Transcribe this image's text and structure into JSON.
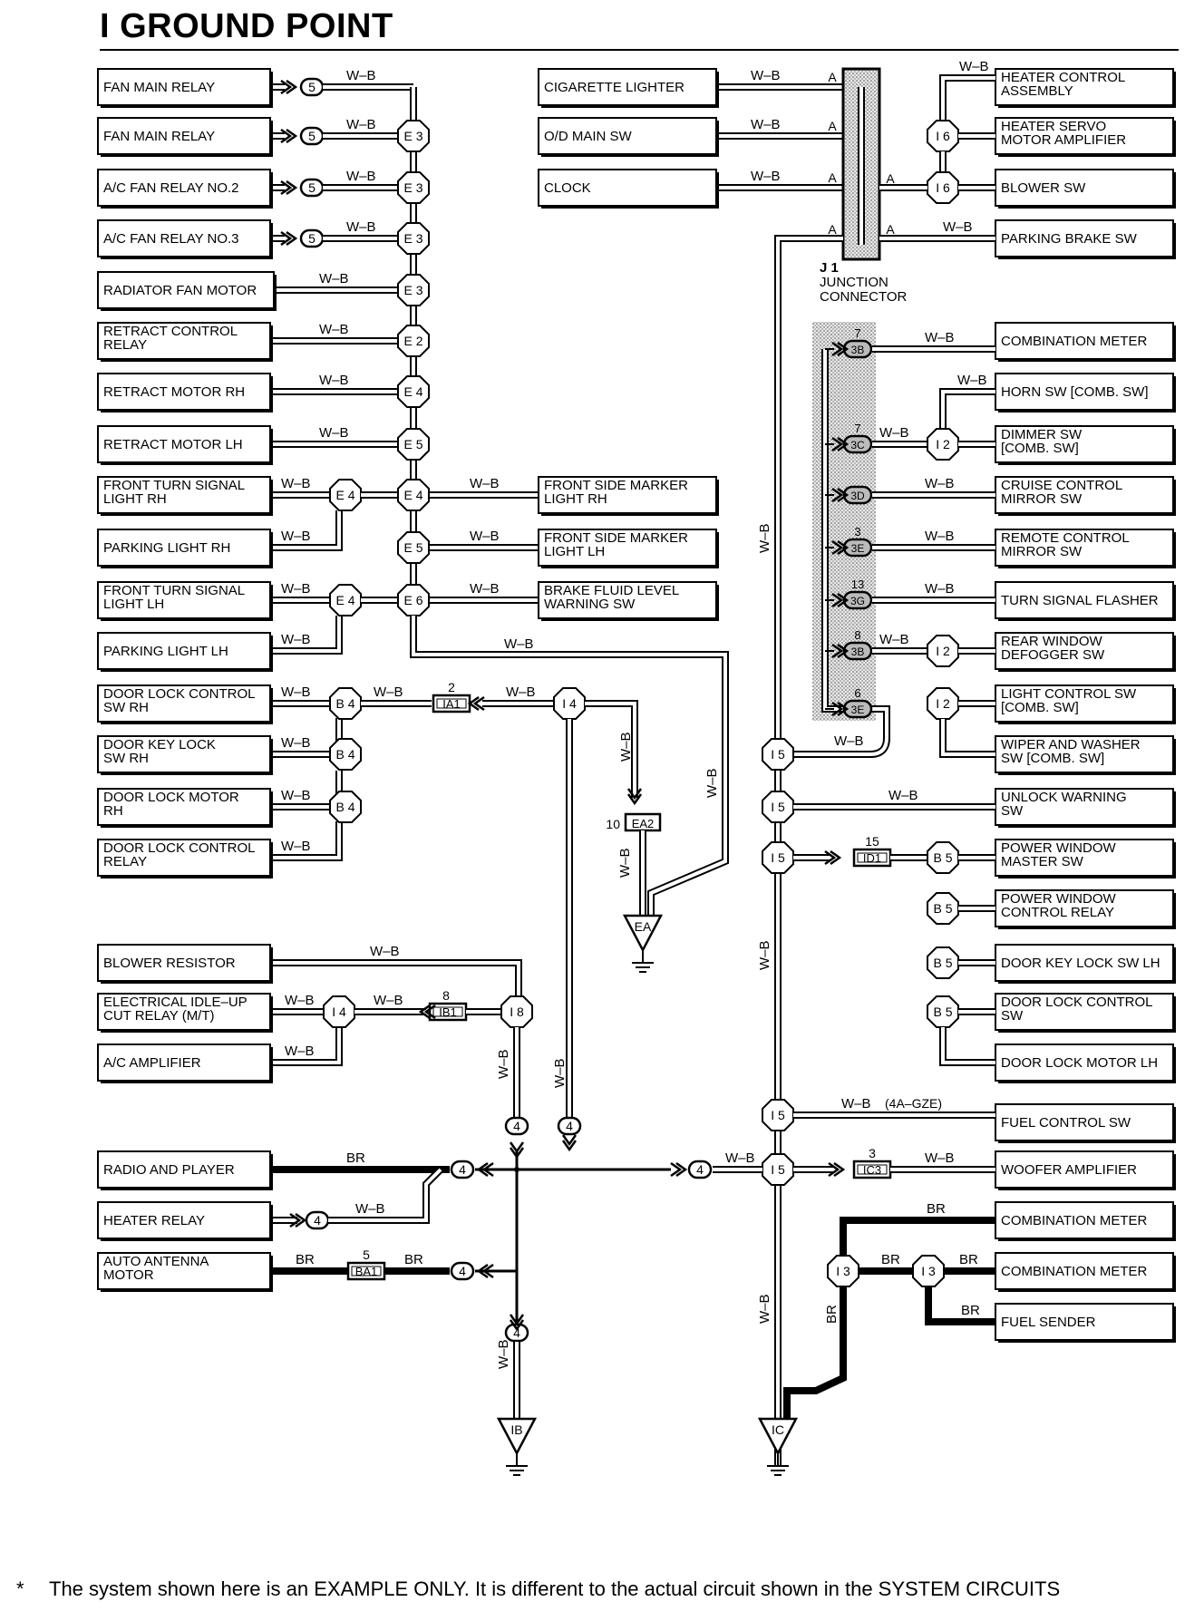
{
  "title": "I  GROUND POINT",
  "footnote": {
    "marker": "*",
    "text": "The system shown here is an EXAMPLE ONLY. It is different to the actual circuit shown in the SYSTEM CIRCUITS"
  },
  "wire_colors": {
    "wb": "W–B",
    "br": "BR"
  },
  "left_components": [
    [
      "FAN MAIN RELAY"
    ],
    [
      "FAN MAIN RELAY"
    ],
    [
      "A/C FAN RELAY NO.2"
    ],
    [
      "A/C FAN RELAY NO.3"
    ],
    [
      "RADIATOR FAN MOTOR"
    ],
    [
      "RETRACT CONTROL",
      "RELAY"
    ],
    [
      "RETRACT MOTOR RH"
    ],
    [
      "RETRACT MOTOR LH"
    ],
    [
      "FRONT TURN SIGNAL",
      "LIGHT RH"
    ],
    [
      "PARKING LIGHT RH"
    ],
    [
      "FRONT TURN SIGNAL",
      "LIGHT LH"
    ],
    [
      "PARKING LIGHT LH"
    ],
    [
      "DOOR LOCK CONTROL",
      "SW RH"
    ],
    [
      "DOOR KEY LOCK",
      "SW RH"
    ],
    [
      "DOOR LOCK MOTOR",
      "RH"
    ],
    [
      "DOOR LOCK CONTROL",
      "RELAY"
    ],
    [
      "BLOWER RESISTOR"
    ],
    [
      "ELECTRICAL IDLE–UP",
      "CUT RELAY (M/T)"
    ],
    [
      "A/C AMPLIFIER"
    ],
    [
      "RADIO AND PLAYER"
    ],
    [
      "HEATER RELAY"
    ],
    [
      "AUTO ANTENNA",
      "MOTOR"
    ]
  ],
  "mid_components": [
    [
      "CIGARETTE LIGHTER"
    ],
    [
      "O/D MAIN SW"
    ],
    [
      "CLOCK"
    ],
    [
      "FRONT SIDE MARKER",
      "LIGHT RH"
    ],
    [
      "FRONT SIDE MARKER",
      "LIGHT LH"
    ],
    [
      "BRAKE FLUID LEVEL",
      "WARNING SW"
    ]
  ],
  "right_components": [
    [
      "HEATER CONTROL",
      "ASSEMBLY"
    ],
    [
      "HEATER SERVO",
      "MOTOR AMPLIFIER"
    ],
    [
      "BLOWER SW"
    ],
    [
      "PARKING BRAKE SW"
    ],
    [
      "COMBINATION METER"
    ],
    [
      "HORN SW [COMB. SW]"
    ],
    [
      "DIMMER SW",
      "[COMB. SW]"
    ],
    [
      "CRUISE CONTROL",
      "MIRROR SW"
    ],
    [
      "REMOTE CONTROL",
      "MIRROR SW"
    ],
    [
      "TURN SIGNAL FLASHER"
    ],
    [
      "REAR WINDOW",
      "DEFOGGER SW"
    ],
    [
      "LIGHT CONTROL SW",
      "[COMB. SW]"
    ],
    [
      "WIPER AND WASHER",
      "SW [COMB. SW]"
    ],
    [
      "UNLOCK WARNING",
      "SW"
    ],
    [
      "POWER WINDOW",
      "MASTER SW"
    ],
    [
      "POWER WINDOW",
      "CONTROL RELAY"
    ],
    [
      "DOOR KEY LOCK SW LH"
    ],
    [
      "DOOR LOCK CONTROL",
      "SW"
    ],
    [
      "DOOR LOCK MOTOR LH"
    ],
    [
      "FUEL CONTROL SW"
    ],
    [
      "WOOFER AMPLIFIER"
    ],
    [
      "COMBINATION METER"
    ],
    [
      "COMBINATION METER"
    ],
    [
      "FUEL SENDER"
    ]
  ],
  "splices": {
    "E3": "E 3",
    "E2": "E 2",
    "E4": "E 4",
    "E5": "E 5",
    "E6": "E 6",
    "B4": "B 4",
    "B5": "B 5",
    "I4": "I 4",
    "I5": "I 5",
    "I6": "I 6",
    "I8": "I 8",
    "I2": "I 2",
    "I3": "I 3"
  },
  "connector_5": "5",
  "connector_4": "4",
  "pins": {
    "a": "A",
    "n2": "2",
    "n7": "7",
    "n3": "3",
    "n13": "13",
    "n8": "8",
    "n6": "6",
    "n10": "10",
    "n15": "15",
    "n5": "5"
  },
  "jc_pins": [
    "3B",
    "3C",
    "3D",
    "3E",
    "3G",
    "3B",
    "3E"
  ],
  "inline": {
    "IA1": "IA1",
    "EA2": "EA2",
    "IB1": "IB1",
    "ID1": "ID1",
    "IC3": "IC3",
    "BA1": "BA1"
  },
  "grounds": {
    "EA": "EA",
    "IB": "IB",
    "IC": "IC"
  },
  "junction": {
    "id": "J 1",
    "line1": "JUNCTION",
    "line2": "CONNECTOR"
  },
  "engine_note": "(4A–GZE)"
}
